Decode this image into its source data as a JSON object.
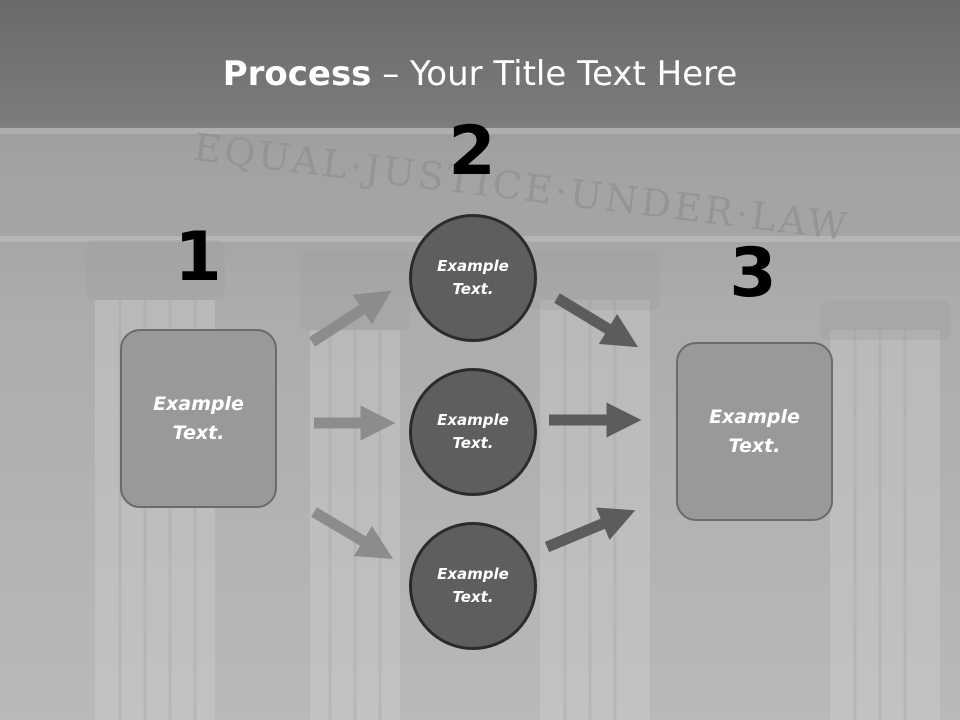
{
  "title": {
    "bold": "Process",
    "rest": " – Your Title Text Here"
  },
  "background": {
    "inscription": "EQUAL·JUSTICE·UNDER·LAW"
  },
  "steps": [
    {
      "number": "1",
      "text": "Example Text."
    },
    {
      "number": "2",
      "circles": [
        "Example Text.",
        "Example Text.",
        "Example Text."
      ]
    },
    {
      "number": "3",
      "text": "Example Text."
    }
  ],
  "colors": {
    "box_fill": "#999999",
    "circle_fill": "#5e5e5e",
    "arrow_left": "#8c8c8c",
    "arrow_right": "#5c5c5c"
  }
}
